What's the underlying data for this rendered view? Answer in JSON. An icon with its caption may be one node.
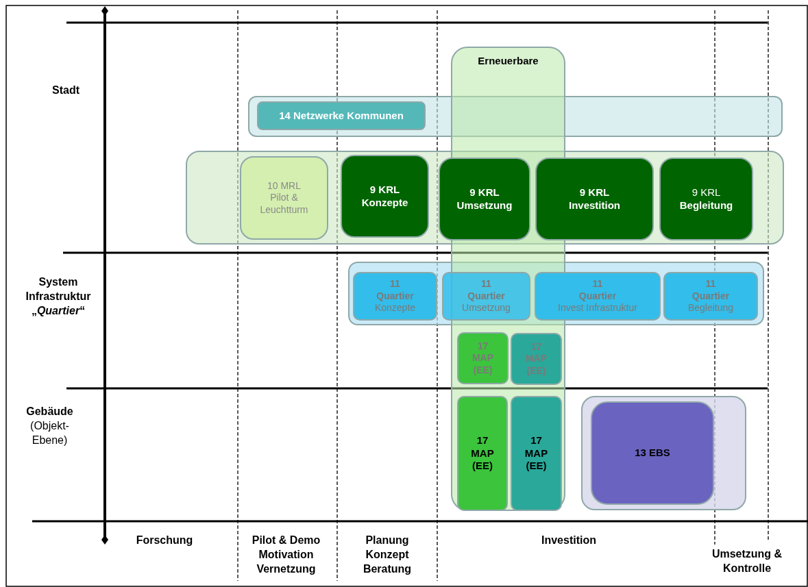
{
  "diagram": {
    "nodes": [
      {
        "text": [
          "Erneuerbare"
        ]
      },
      {
        "text": [],
        "shape": "box"
      },
      {
        "text": [
          "14 Netzwerke Kommunen"
        ],
        "in": 1
      },
      {
        "text": [],
        "shape": "box"
      },
      {
        "text": [
          "10 MRL Pilot & Leuchtturm"
        ],
        "in": 3
      },
      {
        "text": [
          "9 KRL Konzepte"
        ],
        "in": 3
      },
      {
        "text": [
          "9 KRL Umsetzung"
        ],
        "in": 3
      },
      {
        "text": [
          "9 KRL Investition"
        ],
        "in": 3
      },
      {
        "text": [
          "9 KRL **Begleitung**"
        ],
        "in": 3
      },
      {
        "text": [],
        "shape": "box"
      },
      {
        "text": [
          "11 Quartier",
          "Konzepte"
        ],
        "in": 9
      },
      {
        "text": [
          "11 Quartier",
          "Umsetzung"
        ],
        "in": 9
      },
      {
        "text": [
          "11 Quartier",
          "Invest Infrastruktur"
        ],
        "in": 9
      },
      {
        "text": [
          "11 Quartier",
          "Begleitung"
        ],
        "in": 9
      },
      {
        "text": [
          "17 MAP (EE)"
        ],
        "in": 0
      },
      {
        "text": [
          "17 MAP (EE)"
        ],
        "in": 0
      },
      {
        "text": [
          "17 MAP (EE)"
        ],
        "in": 0
      },
      {
        "text": [
          "17 MAP (EE)"
        ],
        "in": 0
      },
      {
        "text": [],
        "shape": "box"
      },
      {
        "text": [
          "13 EBS"
        ],
        "in": 18
      }
    ],
    "labels": [
      "Stadt",
      "System Infrastruktur „*Quartier*“",
      "**Gebäude** (Objekt-Ebene)",
      "Forschung",
      "Pilot & Demo Motivation Vernetzung",
      "Planung Konzept Beratung",
      "Investition",
      "Umsetzung & Kontrolle"
    ]
  }
}
